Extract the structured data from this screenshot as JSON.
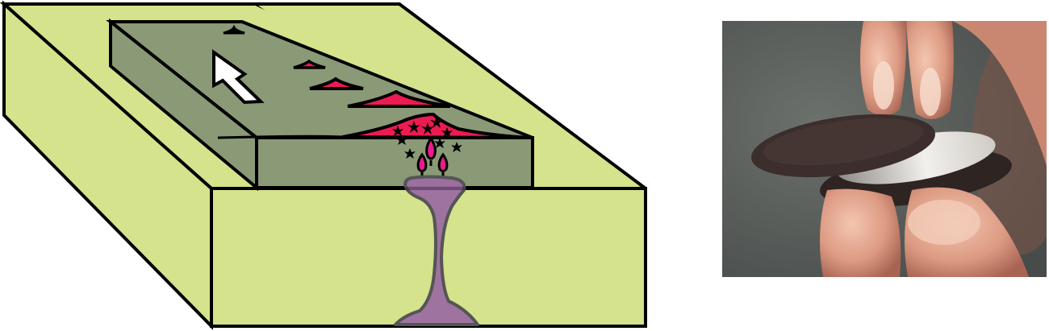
{
  "figure": {
    "left_panel": {
      "type": "block-diagram",
      "description": "Tectonic plate moving over a stationary mantle plume hotspot, producing a chain of volcanoes",
      "colors": {
        "mantle_block": "#d4e38c",
        "plate": "#8a9976",
        "outline": "#000000",
        "volcano_magma": "#ec1b52",
        "plume": "#9c6da0",
        "plume_outline": "#555555",
        "magma_droplet": "#ec1b8c",
        "arrow": "#ffffff"
      },
      "elements": {
        "plate_motion_arrow": "plate-motion-arrow-icon",
        "volcano_chain_count": 5,
        "active_volcano": "active-volcano-with-eruption",
        "hotspot_plume": "mantle-plume"
      }
    },
    "right_panel": {
      "type": "photograph",
      "description": "Hands twisting apart a sandwich cookie, exposing the white cream filling",
      "colors": {
        "background": "#5a5e5d",
        "cookie": "#3a2d2b",
        "cream": "#e6e4e0",
        "skin": "#e0a08a"
      }
    }
  }
}
